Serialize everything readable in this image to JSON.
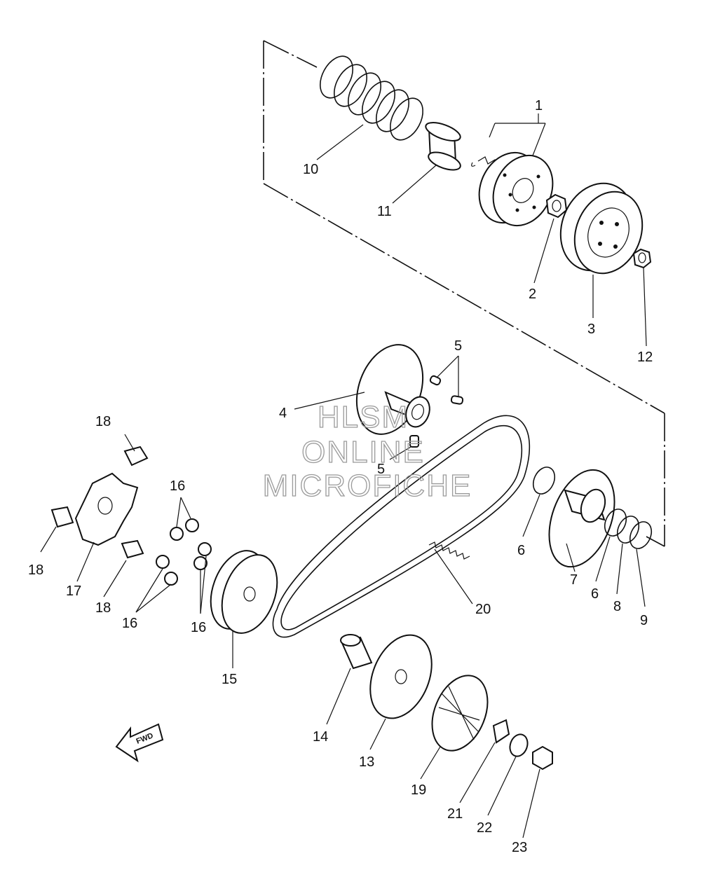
{
  "watermark": {
    "line1": "HLSM",
    "line2": "ONLINE",
    "line3": "MICROFICHE"
  },
  "direction_marker": {
    "text": "FWD"
  },
  "callouts": [
    {
      "id": "c1",
      "text": "1"
    },
    {
      "id": "c2",
      "text": "2"
    },
    {
      "id": "c3",
      "text": "3"
    },
    {
      "id": "c4",
      "text": "4"
    },
    {
      "id": "c5a",
      "text": "5"
    },
    {
      "id": "c5b",
      "text": "5"
    },
    {
      "id": "c6a",
      "text": "6"
    },
    {
      "id": "c6b",
      "text": "6"
    },
    {
      "id": "c7",
      "text": "7"
    },
    {
      "id": "c8",
      "text": "8"
    },
    {
      "id": "c9",
      "text": "9"
    },
    {
      "id": "c10",
      "text": "10"
    },
    {
      "id": "c11",
      "text": "11"
    },
    {
      "id": "c12",
      "text": "12"
    },
    {
      "id": "c13",
      "text": "13"
    },
    {
      "id": "c14",
      "text": "14"
    },
    {
      "id": "c15",
      "text": "15"
    },
    {
      "id": "c16a",
      "text": "16"
    },
    {
      "id": "c16b",
      "text": "16"
    },
    {
      "id": "c16c",
      "text": "16"
    },
    {
      "id": "c17",
      "text": "17"
    },
    {
      "id": "c18a",
      "text": "18"
    },
    {
      "id": "c18b",
      "text": "18"
    },
    {
      "id": "c18c",
      "text": "18"
    },
    {
      "id": "c19",
      "text": "19"
    },
    {
      "id": "c20",
      "text": "20"
    },
    {
      "id": "c21",
      "text": "21"
    },
    {
      "id": "c22",
      "text": "22"
    },
    {
      "id": "c23",
      "text": "23"
    }
  ]
}
